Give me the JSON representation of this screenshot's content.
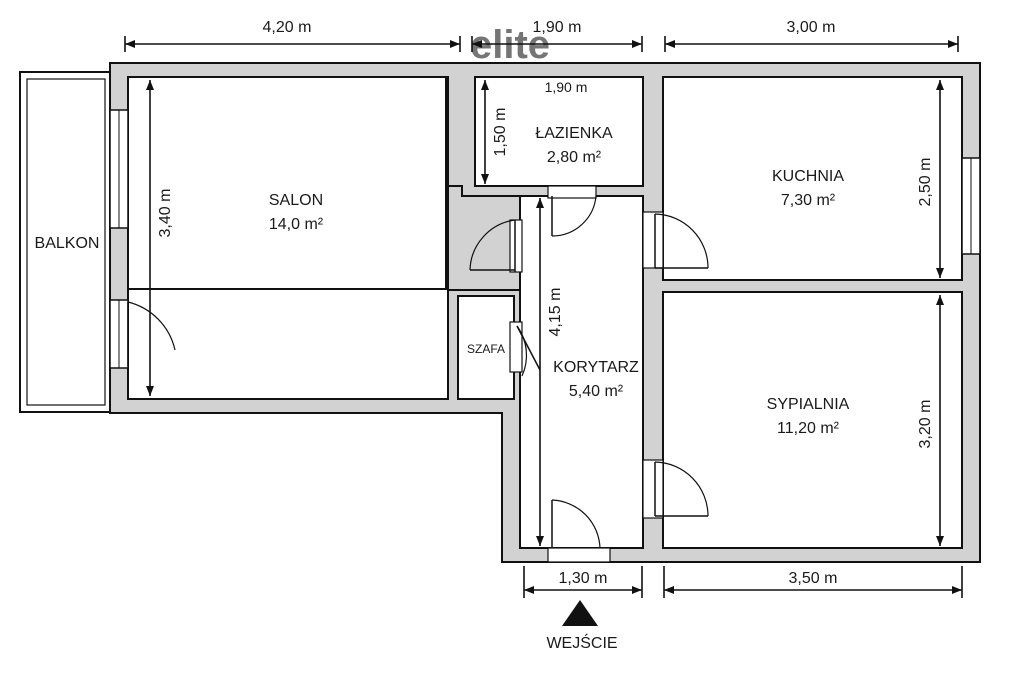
{
  "rooms": {
    "salon": {
      "name": "SALON",
      "area": "14,0 m²"
    },
    "lazienka": {
      "name": "ŁAZIENKA",
      "area": "2,80 m²"
    },
    "kuchnia": {
      "name": "KUCHNIA",
      "area": "7,30 m²"
    },
    "korytarz": {
      "name": "KORYTARZ",
      "area": "5,40 m²"
    },
    "sypialnia": {
      "name": "SYPIALNIA",
      "area": "11,20 m²"
    },
    "szafa": {
      "name": "SZAFA"
    },
    "balkon": {
      "name": "BALKON"
    }
  },
  "dimensions": {
    "top_salon": "4,20 m",
    "top_lazienka": "1,90 m",
    "top_kuchnia": "3,00 m",
    "lazienka_width": "1,90 m",
    "lazienka_height": "1,50 m",
    "salon_height": "3,40 m",
    "kuchnia_height": "2,50 m",
    "korytarz_length": "4,15 m",
    "sypialnia_height": "3,20 m",
    "bottom_korytarz": "1,30 m",
    "bottom_sypialnia": "3,50 m"
  },
  "entrance": {
    "label": "WEJŚCIE"
  }
}
